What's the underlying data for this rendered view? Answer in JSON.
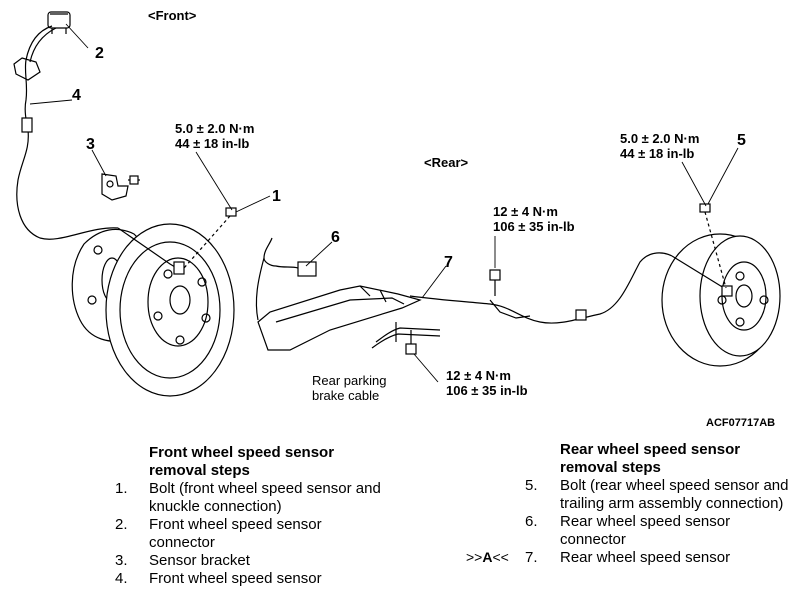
{
  "diagram": {
    "front_title": "<Front>",
    "rear_title": "<Rear>",
    "figure_code": "ACF07717AB",
    "callout_numbers": [
      "1",
      "2",
      "3",
      "4",
      "5",
      "6",
      "7"
    ],
    "torque_front_sensor": {
      "line1": "5.0 ± 2.0 N·m",
      "line2": "44 ± 18 in-lb"
    },
    "torque_rear_sensor": {
      "line1": "5.0 ± 2.0 N·m",
      "line2": "44 ± 18 in-lb"
    },
    "torque_upper_bracket": {
      "line1": "12 ± 4 N·m",
      "line2": "106 ± 35 in-lb"
    },
    "torque_lower_bracket": {
      "line1": "12 ± 4 N·m",
      "line2": "106 ± 35 in-lb"
    },
    "parking_brake_label": {
      "line1": "Rear parking",
      "line2": "brake cable"
    }
  },
  "front_steps": {
    "heading_line1": "Front wheel speed sensor",
    "heading_line2": "removal steps",
    "items": [
      {
        "num": "1.",
        "line1": "Bolt (front wheel speed sensor and",
        "line2": "knuckle connection)"
      },
      {
        "num": "2.",
        "line1": "Front wheel speed sensor",
        "line2": "connector"
      },
      {
        "num": "3.",
        "line1": "Sensor bracket",
        "line2": ""
      },
      {
        "num": "4.",
        "line1": "Front wheel speed sensor",
        "line2": ""
      }
    ]
  },
  "rear_steps": {
    "heading_line1": "Rear wheel speed sensor",
    "heading_line2": "removal steps",
    "items": [
      {
        "num": "5.",
        "line1": "Bolt (rear wheel speed sensor and",
        "line2": "trailing arm assembly connection)"
      },
      {
        "num": "6.",
        "line1": "Rear wheel speed sensor",
        "line2": "connector"
      },
      {
        "num": "7.",
        "line1": "Rear wheel speed sensor",
        "line2": ""
      }
    ],
    "note_marker_prefix": ">>",
    "note_marker_letter": "A",
    "note_marker_suffix": "<<"
  }
}
